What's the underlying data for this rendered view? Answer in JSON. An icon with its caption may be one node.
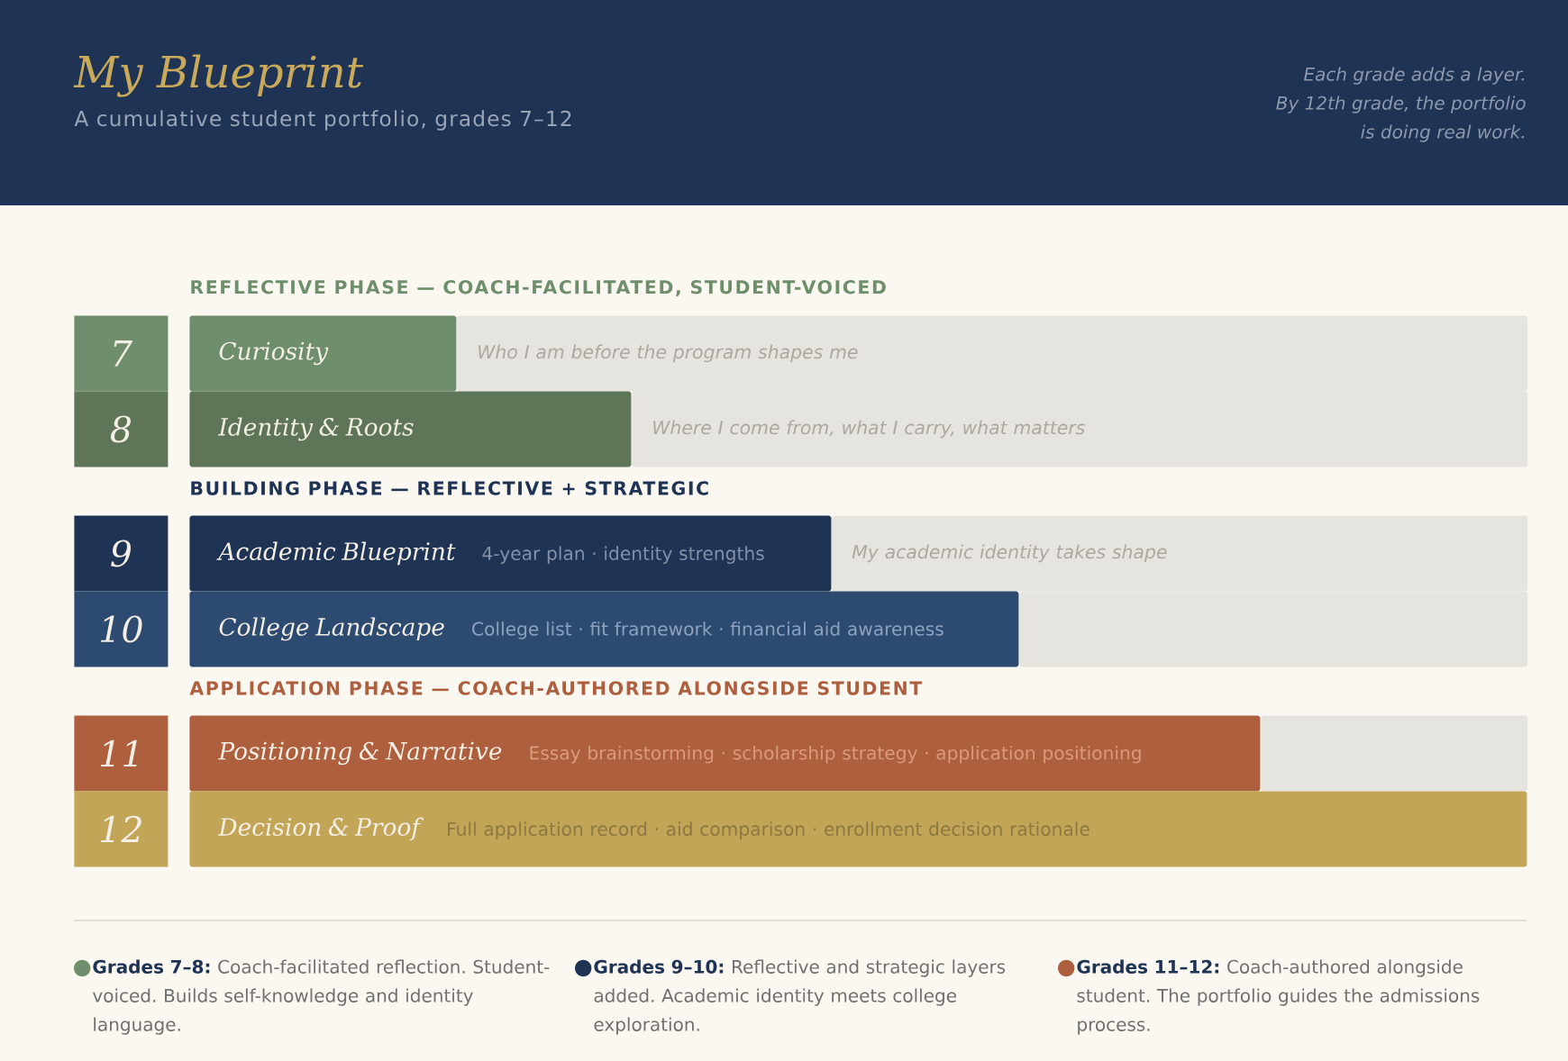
{
  "diagram": {
    "title": "My Blueprint",
    "nodes": [
      {
        "text": [
          "7"
        ]
      },
      {
        "text": [
          "Curiosity"
        ]
      },
      {
        "text": [
          "Who I am before the program shapes me"
        ]
      },
      {
        "text": [
          "8"
        ]
      },
      {
        "text": [
          "Identity & Roots"
        ]
      },
      {
        "text": [
          "Where I come from, what I carry, what matters"
        ]
      },
      {
        "text": [
          "9"
        ]
      },
      {
        "text": [
          "Academic Blueprint",
          "4-year plan · identity strengths"
        ]
      },
      {
        "text": [
          "My academic identity takes shape"
        ]
      },
      {
        "text": [
          "10"
        ]
      },
      {
        "text": [
          "College Landscape",
          "College list · fit framework · financial aid awareness"
        ]
      },
      {
        "text": [],
        "shape": "bar"
      },
      {
        "text": [
          "11"
        ]
      },
      {
        "text": [
          "Positioning & Narrative",
          "Essay brainstorming · scholarship strategy · application positioning"
        ]
      },
      {
        "text": [],
        "shape": "bar"
      },
      {
        "text": [
          "12"
        ]
      },
      {
        "text": [
          "Decision & Proof",
          "Full application record · aid comparison · enrollment decision rationale"
        ]
      }
    ],
    "labels": [
      "A cumulative student portfolio, grades 7–12",
      "Each grade adds a layer. By 12th grade, the portfolio is doing real work.",
      "REFLECTIVE PHASE — COACH-FACILITATED, STUDENT-VOICED",
      "BUILDING PHASE — REFLECTIVE + STRATEGIC",
      "APPLICATION PHASE — COACH-AUTHORED ALONGSIDE STUDENT"
    ],
    "legend": [
      {
        "text": "**Grades 7–8:** Coach-facilitated reflection. Student-voiced. Builds self-knowledge and identity language.",
        "color": "#6f8f6c"
      },
      {
        "text": "**Grades 9–10:** Reflective and strategic layers added. Academic identity meets college exploration.",
        "color": "#1f3354"
      },
      {
        "text": "**Grades 11–12:** Coach-authored alongside student. The portfolio guides the admissions process.",
        "color": "#ad5f3e"
      }
    ]
  }
}
